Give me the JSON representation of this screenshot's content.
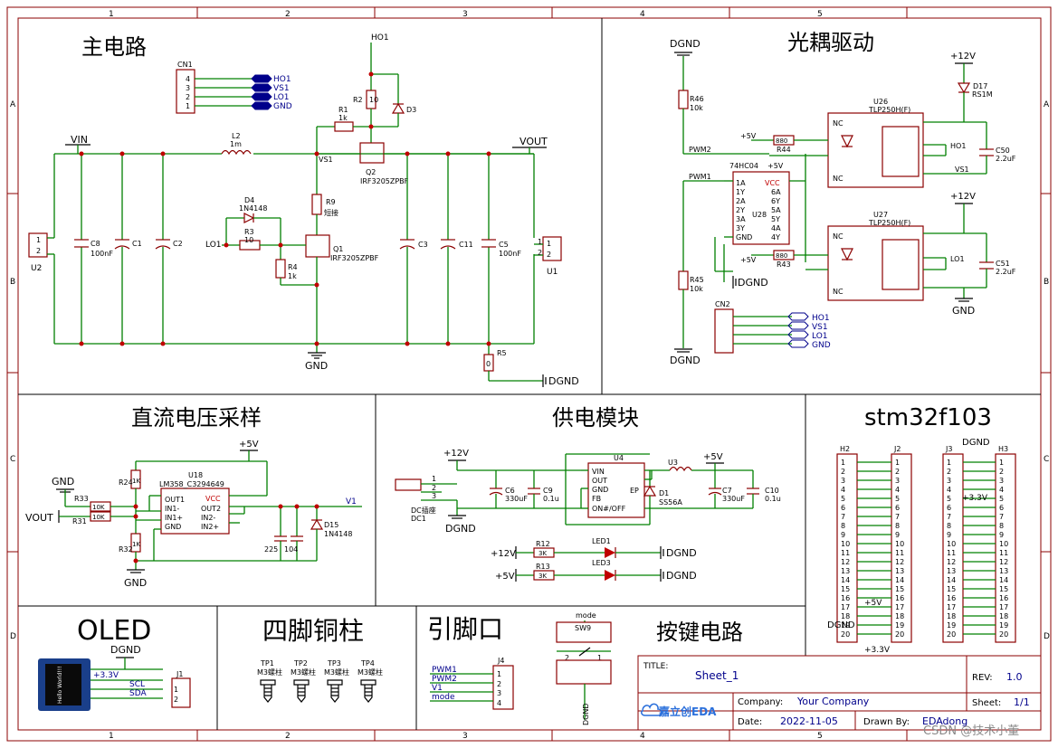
{
  "border": {
    "cols": [
      "1",
      "2",
      "3",
      "4",
      "5"
    ],
    "rows": [
      "A",
      "B",
      "C",
      "D"
    ]
  },
  "sections": {
    "main": "主电路",
    "opto": "光耦驱动",
    "dc_sample": "直流电压采样",
    "power": "供电模块",
    "mcu": "stm32f103",
    "oled": "OLED",
    "pillars": "四脚铜柱",
    "pins": "引脚口",
    "keys": "按键电路"
  },
  "main": {
    "vin": "VIN",
    "vout": "VOUT",
    "vs1": "VS1",
    "ho1": "HO1",
    "lo1": "LO1",
    "gnd": "GND",
    "dgnd": "DGND",
    "cn1": "CN1",
    "cn1_pins": [
      "4",
      "3",
      "2",
      "1"
    ],
    "cn1_nets": [
      "HO1",
      "VS1",
      "LO1",
      "GND"
    ],
    "l2": "L2",
    "l2v": "1m",
    "r1": "R1",
    "r1v": "1k",
    "r2": "R2",
    "r2v": "10",
    "d3": "D3",
    "q2": "Q2",
    "q2v": "IRF3205ZPBF",
    "d4": "D4",
    "d4v": "1N4148",
    "r3": "R3",
    "r3v": "10",
    "r4": "R4",
    "r4v": "1k",
    "r9": "R9",
    "r9v": "短接",
    "q1": "Q1",
    "q1v": "IRF3205ZPBF",
    "c8": "C8",
    "c8v": "100nF",
    "c1": "C1",
    "c2": "C2",
    "c3": "C3",
    "c11": "C11",
    "c5": "C5",
    "c5v": "100nF",
    "r5": "R5",
    "r5v": "0",
    "u1": "U1",
    "u2": "U2"
  },
  "opto": {
    "dgnd": "DGND",
    "r46": "R46",
    "r46v": "10k",
    "r45": "R45",
    "r45v": "10k",
    "pwm2": "PWM2",
    "pwm1": "PWM1",
    "p5v": "+5V",
    "p12v": "+12V",
    "ic": "74HC04",
    "ic_ref": "U28",
    "vcc": "VCC",
    "ic_left": [
      "1A",
      "1Y",
      "2A",
      "2Y",
      "3A",
      "3Y",
      "GND"
    ],
    "ic_right": [
      "6A",
      "6Y",
      "5A",
      "5Y",
      "4A",
      "4Y"
    ],
    "r44": "R44",
    "r43": "R43",
    "rv": "880",
    "u26": "U26",
    "u27": "U27",
    "opto_v": "TLP250H(F)",
    "nc": "NC",
    "d17": "D17",
    "d17v": "RS1M",
    "c50": "C50",
    "c51": "C51",
    "cv": "2.2uF",
    "ho1": "HO1",
    "vs1": "VS1",
    "lo1": "LO1",
    "gnd": "GND",
    "cn2": "CN2",
    "cn2_nets": [
      "HO1",
      "VS1",
      "LO1",
      "GND"
    ]
  },
  "dc": {
    "gnd": "GND",
    "vout": "VOUT",
    "p5v": "+5V",
    "v1": "V1",
    "r33": "R33",
    "r31": "R31",
    "rv": "10K",
    "r24": "R24",
    "r32": "R32",
    "r1k": "1K",
    "u18": "U18",
    "ic": "LM358_C3294649",
    "vcc": "VCC",
    "ic_left": [
      "OUT1",
      "IN1-",
      "IN1+",
      "GND"
    ],
    "ic_right": [
      "OUT2",
      "IN2-",
      "IN2+"
    ],
    "c225": "225",
    "c104": "104",
    "d15": "D15",
    "d15v": "1N4148"
  },
  "power": {
    "p12v": "+12V",
    "p5v": "+5V",
    "dgnd": "DGND",
    "dc1": "DC1",
    "dc1v": "DC插座",
    "c6": "C6",
    "c6v": "330uF",
    "c9": "C9",
    "c9v": "0.1u",
    "u4": "U4",
    "u4_pins": [
      "VIN",
      "OUT",
      "GND",
      "FB",
      "ON#/OFF"
    ],
    "ep": "EP",
    "u3": "U3",
    "d1": "D1",
    "d1v": "SS56A",
    "c7": "C7",
    "c7v": "330uF",
    "c10": "C10",
    "c10v": "0.1u",
    "r12": "R12",
    "r13": "R13",
    "r3k": "3K",
    "led1": "LED1",
    "led3": "LED3"
  },
  "mcu": {
    "h2": "H2",
    "j2": "J2",
    "j3": "J3",
    "h3": "H3",
    "dgnd": "DGND",
    "p33v": "+3.3V",
    "p5v": "+5V",
    "pins": [
      "1",
      "2",
      "3",
      "4",
      "5",
      "6",
      "7",
      "8",
      "9",
      "10",
      "11",
      "12",
      "13",
      "14",
      "15",
      "16",
      "17",
      "18",
      "19",
      "20"
    ]
  },
  "oled": {
    "dgnd": "DGND",
    "p33v": "+3.3V",
    "scl": "SCL",
    "sda": "SDA",
    "j1": "J1",
    "screen_text": "Hello World!!!"
  },
  "pillars": {
    "items": [
      {
        "ref": "TP1",
        "val": "M3螺柱"
      },
      {
        "ref": "TP2",
        "val": "M3螺柱"
      },
      {
        "ref": "TP3",
        "val": "M3螺柱"
      },
      {
        "ref": "TP4",
        "val": "M3螺柱"
      }
    ]
  },
  "pins": {
    "j4": "J4",
    "nets": [
      "PWM1",
      "PWM2",
      "V1",
      "mode"
    ]
  },
  "keys": {
    "mode": "mode",
    "sw": "SW9",
    "dgnd": "DGND"
  },
  "titleblock": {
    "title_label": "TITLE:",
    "title": "Sheet_1",
    "rev_label": "REV:",
    "rev": "1.0",
    "company_label": "Company:",
    "company": "Your Company",
    "sheet_label": "Sheet:",
    "sheet": "1/1",
    "date_label": "Date:",
    "date": "2022-11-05",
    "drawn_label": "Drawn By:",
    "drawn": "EDAdong",
    "logo": "嘉立创EDA",
    "watermark": "CSDN @技术小董"
  },
  "colors": {
    "frame": "#8b0000",
    "wire": "#008000",
    "net": "#00008b",
    "junction": "#c00000"
  }
}
